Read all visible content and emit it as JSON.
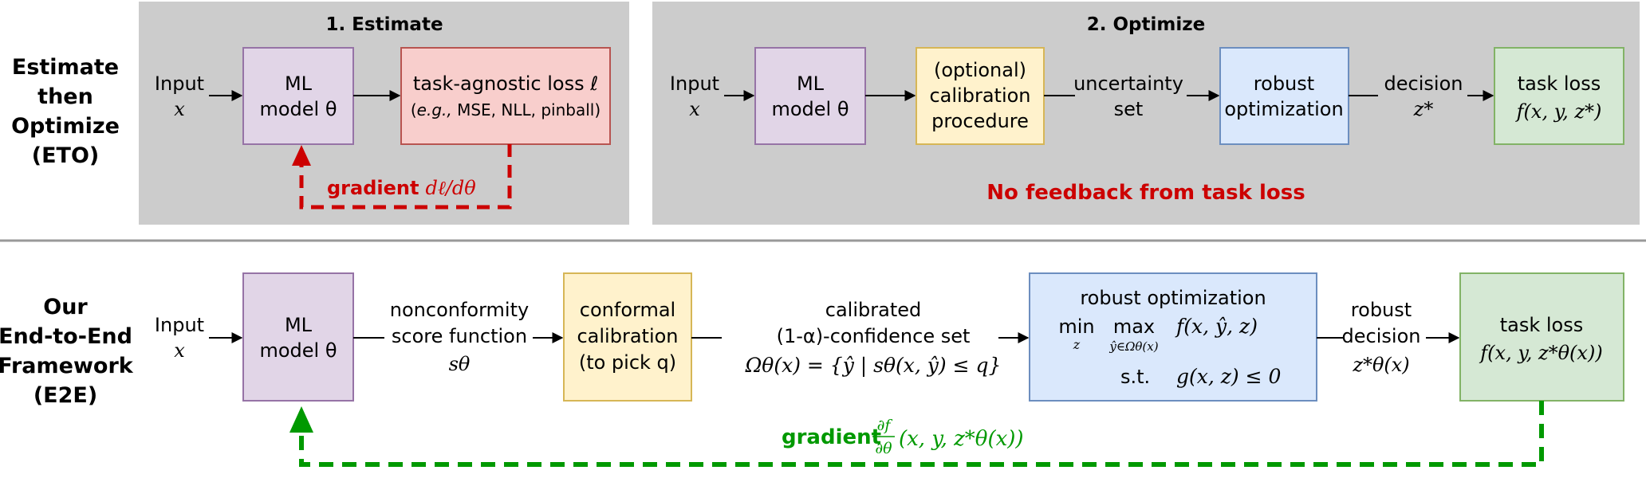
{
  "colors": {
    "panel_bg": "#cccccc",
    "purple_fill": "#e1d5e7",
    "purple_stroke": "#9673a6",
    "red_fill": "#f8cecc",
    "red_stroke": "#b85450",
    "yellow_fill": "#fff2cc",
    "yellow_stroke": "#d6b656",
    "blue_fill": "#dae8fc",
    "blue_stroke": "#6c8ebf",
    "green_fill": "#d5e8d4",
    "green_stroke": "#82b366",
    "red_text": "#cc0000",
    "green_text": "#009900"
  },
  "eto": {
    "label": [
      "Estimate",
      "then",
      "Optimize",
      "(ETO)"
    ],
    "estimate": {
      "title": "1. Estimate",
      "input": "Input",
      "input_var": "x",
      "model": [
        "ML",
        "model θ"
      ],
      "loss_line1": "task-agnostic loss ℓ",
      "loss_line2_em": "e.g.,",
      "loss_line2_rest": " MSE, NLL, pinball)",
      "loss_line2_open": "(",
      "gradient_label": "gradient",
      "gradient_formula": "dℓ/dθ"
    },
    "optimize": {
      "title": "2. Optimize",
      "input": "Input",
      "input_var": "x",
      "model": [
        "ML",
        "model θ"
      ],
      "calibration": [
        "(optional)",
        "calibration",
        "procedure"
      ],
      "uncertainty": [
        "uncertainty",
        "set"
      ],
      "robust": [
        "robust",
        "optimization"
      ],
      "decision": "decision",
      "decision_var": "z*",
      "task_loss": "task loss",
      "task_loss_formula": "f(x, y, z*)",
      "feedback_note": "No feedback from task loss"
    }
  },
  "e2e": {
    "label": [
      "Our",
      "End-to-End",
      "Framework",
      "(E2E)"
    ],
    "input": "Input",
    "input_var": "x",
    "model": [
      "ML",
      "model θ"
    ],
    "score": [
      "nonconformity",
      "score function"
    ],
    "score_var": "sθ",
    "conformal": [
      "conformal",
      "calibration",
      "(to pick q)"
    ],
    "confidence": [
      "calibrated",
      "(1-α)-confidence set"
    ],
    "confidence_formula": "Ωθ(x) = {ŷ | sθ(x, ŷ) ≤ q}",
    "robust_title": "robust optimization",
    "robust_min": "min",
    "robust_min_sub": "z",
    "robust_max": "max",
    "robust_max_sub": "ŷ∈Ωθ(x)",
    "robust_objective": "f(x, ŷ, z)",
    "robust_st": "s.t.",
    "robust_constraint": "g(x, z) ≤ 0",
    "decision": [
      "robust",
      "decision"
    ],
    "decision_var": "z*θ(x)",
    "task_loss": "task loss",
    "task_loss_formula": "f(x, y, z*θ(x))",
    "gradient_label": "gradient",
    "gradient_formula_num": "∂f",
    "gradient_formula_den": "∂θ",
    "gradient_formula_rest": "(x, y, z*θ(x))"
  }
}
